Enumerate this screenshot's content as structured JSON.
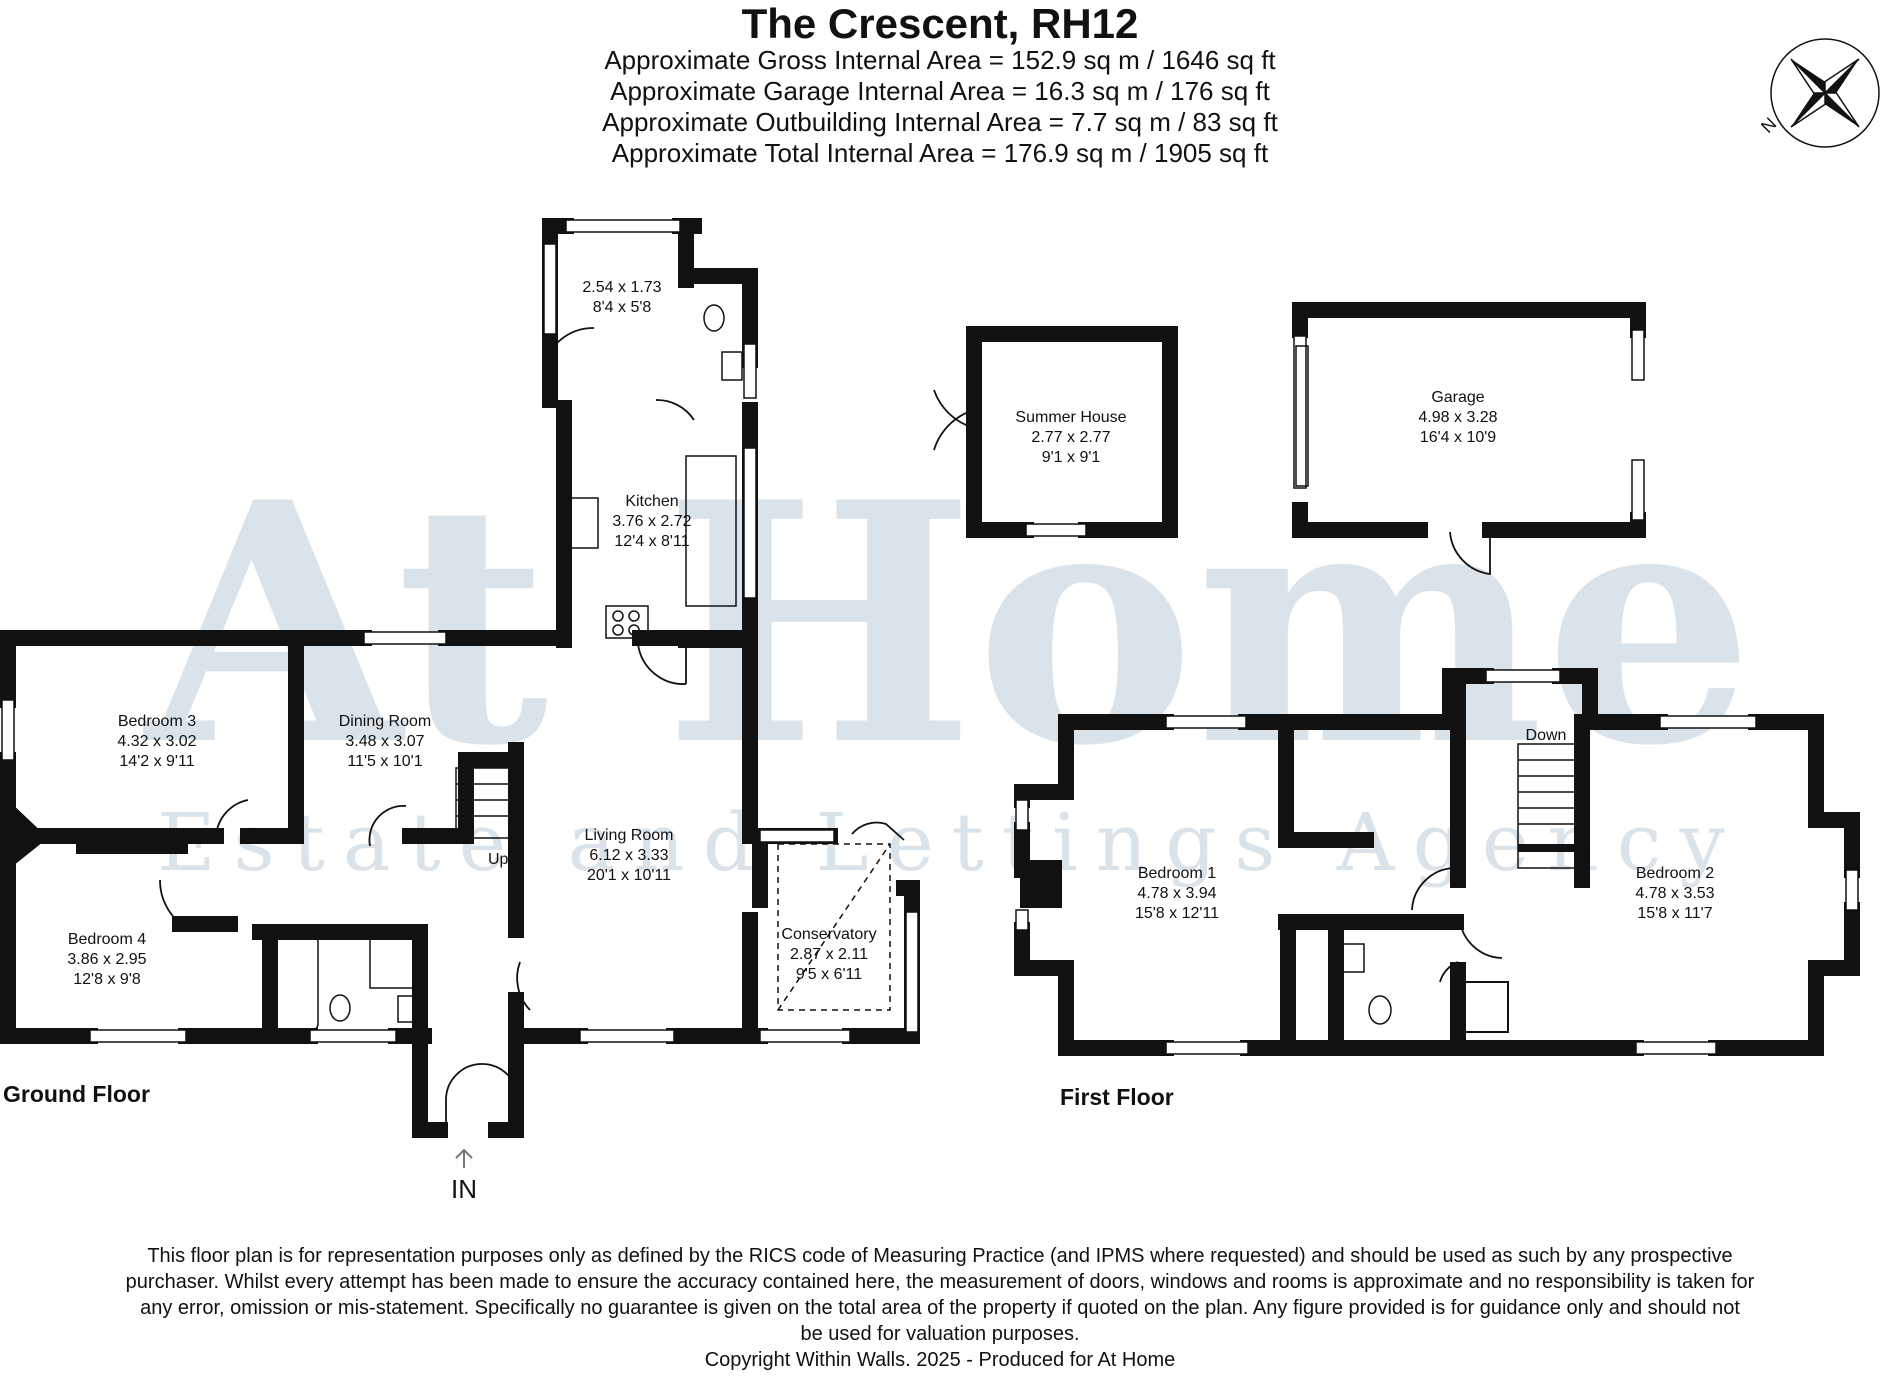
{
  "title": "The Crescent, RH12",
  "areas": [
    "Approximate Gross Internal Area = 152.9 sq m / 1646 sq ft",
    "Approximate Garage Internal Area = 16.3 sq m / 176 sq ft",
    "Approximate Outbuilding Internal Area = 7.7 sq m / 83 sq ft",
    "Approximate Total Internal Area = 176.9 sq m / 1905 sq ft"
  ],
  "compass": {
    "north_label": "N"
  },
  "watermark": {
    "line1": "At Home",
    "line2": "Estate and Lettings Agency"
  },
  "floors": {
    "ground": "Ground Floor",
    "first": "First Floor"
  },
  "entrance": "IN",
  "stairs": {
    "up": "Up",
    "down": "Down"
  },
  "rooms": {
    "utility": {
      "name": "",
      "metric": "2.54 x 1.73",
      "imperial": "8'4 x 5'8"
    },
    "kitchen": {
      "name": "Kitchen",
      "metric": "3.76 x 2.72",
      "imperial": "12'4 x 8'11"
    },
    "bedroom3": {
      "name": "Bedroom 3",
      "metric": "4.32 x 3.02",
      "imperial": "14'2 x 9'11"
    },
    "dining": {
      "name": "Dining Room",
      "metric": "3.48 x 3.07",
      "imperial": "11'5 x 10'1"
    },
    "living": {
      "name": "Living Room",
      "metric": "6.12 x 3.33",
      "imperial": "20'1 x 10'11"
    },
    "bedroom4": {
      "name": "Bedroom 4",
      "metric": "3.86 x 2.95",
      "imperial": "12'8 x 9'8"
    },
    "conservatory": {
      "name": "Conservatory",
      "metric": "2.87 x 2.11",
      "imperial": "9'5 x 6'11"
    },
    "summerhouse": {
      "name": "Summer House",
      "metric": "2.77 x 2.77",
      "imperial": "9'1 x 9'1"
    },
    "garage": {
      "name": "Garage",
      "metric": "4.98 x 3.28",
      "imperial": "16'4 x 10'9"
    },
    "bedroom1": {
      "name": "Bedroom 1",
      "metric": "4.78 x 3.94",
      "imperial": "15'8 x 12'11"
    },
    "bedroom2": {
      "name": "Bedroom 2",
      "metric": "4.78 x 3.53",
      "imperial": "15'8 x 11'7"
    }
  },
  "disclaimer": [
    "This floor plan is for representation purposes only as defined by the RICS code of Measuring Practice (and IPMS where requested) and should be used as such by any prospective",
    "purchaser. Whilst every attempt has been made to ensure the accuracy contained here, the measurement of doors, windows and rooms is approximate and no responsibility is taken for",
    "any error, omission or mis-statement. Specifically no guarantee is given on the total area of the property if quoted on the plan. Any figure provided is for guidance only and should not",
    "be used for valuation purposes.",
    "Copyright Within Walls. 2025 - Produced for At Home"
  ],
  "colors": {
    "wall": "#111111",
    "watermark": "#dbe3ea",
    "text": "#111111"
  }
}
